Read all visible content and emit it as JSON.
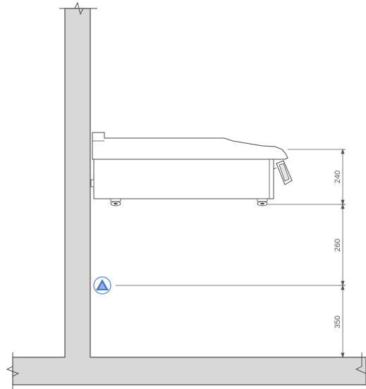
{
  "colors": {
    "concrete": "#d8d8d8",
    "outline": "#4a4a4a",
    "dimension_line": "#555555",
    "marker_fill": "#4a78c8",
    "marker_ring": "#6a9ae0",
    "background": "#ffffff"
  },
  "dimensions": {
    "upper": "240",
    "middle": "260",
    "lower": "350"
  },
  "icons": {
    "connection_marker": "triangle-in-circle-icon",
    "break_symbol": "zigzag-break-icon"
  }
}
